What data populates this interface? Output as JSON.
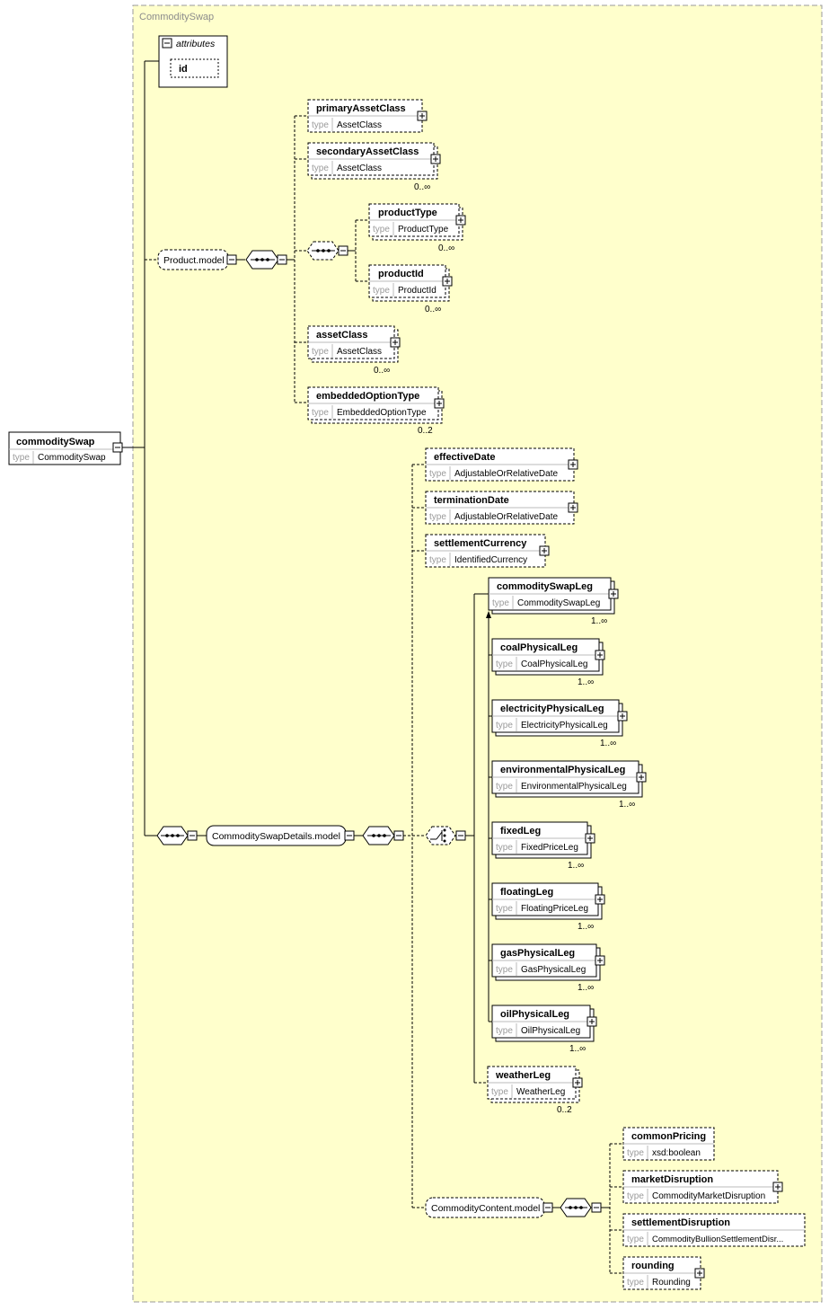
{
  "diagram": {
    "group_title": "CommoditySwap",
    "attributes_label": "attributes",
    "attribute_id": "id",
    "type_label": "type",
    "root": {
      "name": "commoditySwap",
      "type": "CommoditySwap"
    },
    "product_model": "Product.model",
    "swap_details_model": "CommoditySwapDetails.model",
    "commodity_content_model": "CommodityContent.model",
    "product_elements": {
      "primaryAssetClass": {
        "name": "primaryAssetClass",
        "type": "AssetClass"
      },
      "secondaryAssetClass": {
        "name": "secondaryAssetClass",
        "type": "AssetClass",
        "card": "0..∞"
      },
      "productType": {
        "name": "productType",
        "type": "ProductType",
        "card": "0..∞"
      },
      "productId": {
        "name": "productId",
        "type": "ProductId",
        "card": "0..∞"
      },
      "assetClass": {
        "name": "assetClass",
        "type": "AssetClass",
        "card": "0..∞"
      },
      "embeddedOptionType": {
        "name": "embeddedOptionType",
        "type": "EmbeddedOptionType",
        "card": "0..2"
      }
    },
    "detail_elements": {
      "effectiveDate": {
        "name": "effectiveDate",
        "type": "AdjustableOrRelativeDate"
      },
      "terminationDate": {
        "name": "terminationDate",
        "type": "AdjustableOrRelativeDate"
      },
      "settlementCurrency": {
        "name": "settlementCurrency",
        "type": "IdentifiedCurrency"
      }
    },
    "legs": {
      "commoditySwapLeg": {
        "name": "commoditySwapLeg",
        "type": "CommoditySwapLeg",
        "card": "1..∞"
      },
      "coalPhysicalLeg": {
        "name": "coalPhysicalLeg",
        "type": "CoalPhysicalLeg",
        "card": "1..∞"
      },
      "electricityPhysicalLeg": {
        "name": "electricityPhysicalLeg",
        "type": "ElectricityPhysicalLeg",
        "card": "1..∞"
      },
      "environmentalPhysicalLeg": {
        "name": "environmentalPhysicalLeg",
        "type": "EnvironmentalPhysicalLeg",
        "card": "1..∞"
      },
      "fixedLeg": {
        "name": "fixedLeg",
        "type": "FixedPriceLeg",
        "card": "1..∞"
      },
      "floatingLeg": {
        "name": "floatingLeg",
        "type": "FloatingPriceLeg",
        "card": "1..∞"
      },
      "gasPhysicalLeg": {
        "name": "gasPhysicalLeg",
        "type": "GasPhysicalLeg",
        "card": "1..∞"
      },
      "oilPhysicalLeg": {
        "name": "oilPhysicalLeg",
        "type": "OilPhysicalLeg",
        "card": "1..∞"
      },
      "weatherLeg": {
        "name": "weatherLeg",
        "type": "WeatherLeg",
        "card": "0..2"
      }
    },
    "content_elements": {
      "commonPricing": {
        "name": "commonPricing",
        "type": "xsd:boolean"
      },
      "marketDisruption": {
        "name": "marketDisruption",
        "type": "CommodityMarketDisruption"
      },
      "settlementDisruption": {
        "name": "settlementDisruption",
        "type": "CommodityBullionSettlementDisr..."
      },
      "rounding": {
        "name": "rounding",
        "type": "Rounding"
      }
    },
    "colors": {
      "group_fill": "#ffffcc",
      "group_border": "#a0a0a0",
      "box_fill": "#ffffff",
      "line": "#000000"
    }
  }
}
